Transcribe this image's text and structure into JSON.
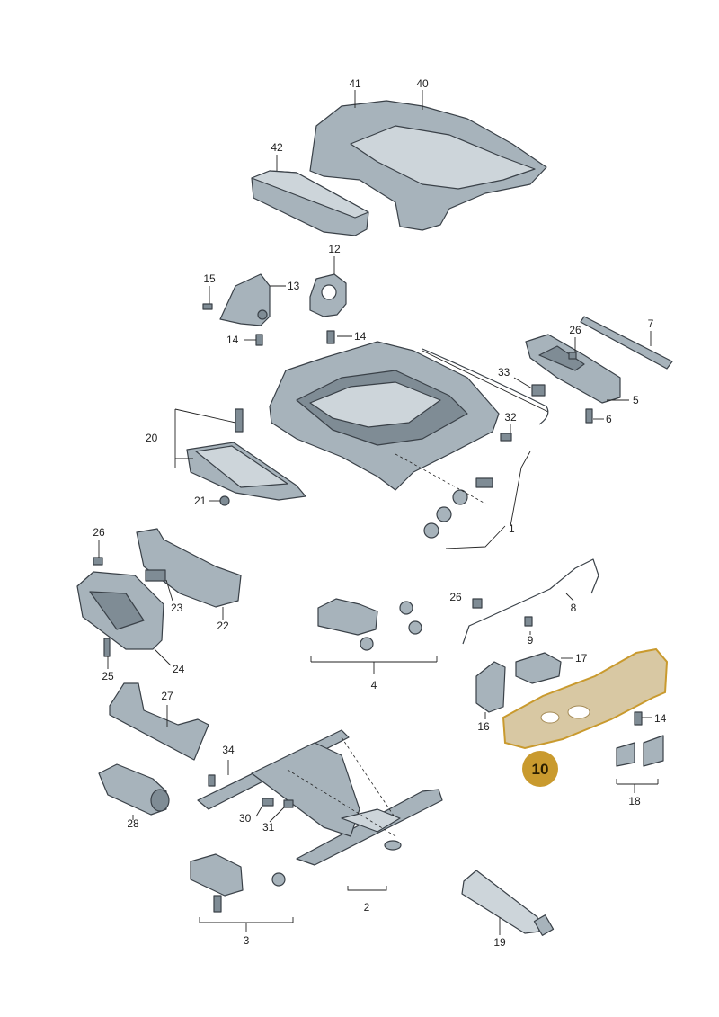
{
  "colors": {
    "part_fill": "#a7b3bb",
    "part_dark": "#7f8c95",
    "part_light": "#cdd5da",
    "highlight_fill": "#d8c8a3",
    "highlight_stroke": "#c99a2e",
    "badge_fill": "#c99a2e"
  },
  "callouts": {
    "c41": "41",
    "c40": "40",
    "c42": "42",
    "c12": "12",
    "c15": "15",
    "c13": "13",
    "c14a": "14",
    "c14b": "14",
    "c7": "7",
    "c26a": "26",
    "c33": "33",
    "c5": "5",
    "c6": "6",
    "c32": "32",
    "c20": "20",
    "c21": "21",
    "c1": "1",
    "c26b": "26",
    "c23": "23",
    "c22": "22",
    "c24": "24",
    "c25": "25",
    "c26c": "26",
    "c8": "8",
    "c9": "9",
    "c4": "4",
    "c17": "17",
    "c16": "16",
    "c14c": "14",
    "c18": "18",
    "c27": "27",
    "c34": "34",
    "c28": "28",
    "c30": "30",
    "c31": "31",
    "c2": "2",
    "c3": "3",
    "c19": "19"
  },
  "highlight": {
    "label": "10",
    "icon": "seat-side-trim-highlight"
  }
}
